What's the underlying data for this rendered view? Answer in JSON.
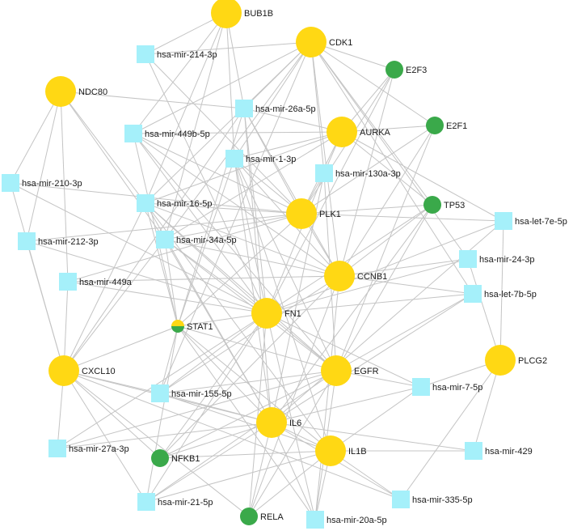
{
  "colors": {
    "gene": "#ffd814",
    "transcription_factor": "#3aa94a",
    "mirna": "#a5f0fa",
    "edge": "#c4c4c4"
  },
  "nodes": [
    {
      "id": "BUB1B",
      "type": "gene"
    },
    {
      "id": "CDK1",
      "type": "gene"
    },
    {
      "id": "NDC80",
      "type": "gene"
    },
    {
      "id": "AURKA",
      "type": "gene"
    },
    {
      "id": "PLK1",
      "type": "gene"
    },
    {
      "id": "CCNB1",
      "type": "gene"
    },
    {
      "id": "FN1",
      "type": "gene"
    },
    {
      "id": "EGFR",
      "type": "gene"
    },
    {
      "id": "PLCG2",
      "type": "gene"
    },
    {
      "id": "CXCL10",
      "type": "gene"
    },
    {
      "id": "IL6",
      "type": "gene"
    },
    {
      "id": "IL1B",
      "type": "gene"
    },
    {
      "id": "E2F3",
      "type": "tf"
    },
    {
      "id": "E2F1",
      "type": "tf"
    },
    {
      "id": "TP53",
      "type": "tf"
    },
    {
      "id": "NFKB1",
      "type": "tf"
    },
    {
      "id": "RELA",
      "type": "tf"
    },
    {
      "id": "STAT1",
      "type": "gene-tf"
    },
    {
      "id": "hsa-mir-214-3p",
      "type": "mirna"
    },
    {
      "id": "hsa-mir-26a-5p",
      "type": "mirna"
    },
    {
      "id": "hsa-mir-449b-5p",
      "type": "mirna"
    },
    {
      "id": "hsa-mir-1-3p",
      "type": "mirna"
    },
    {
      "id": "hsa-mir-130a-3p",
      "type": "mirna"
    },
    {
      "id": "hsa-mir-210-3p",
      "type": "mirna"
    },
    {
      "id": "hsa-mir-16-5p",
      "type": "mirna"
    },
    {
      "id": "hsa-mir-212-3p",
      "type": "mirna"
    },
    {
      "id": "hsa-mir-34a-5p",
      "type": "mirna"
    },
    {
      "id": "hsa-let-7e-5p",
      "type": "mirna"
    },
    {
      "id": "hsa-mir-24-3p",
      "type": "mirna"
    },
    {
      "id": "hsa-mir-449a",
      "type": "mirna"
    },
    {
      "id": "hsa-let-7b-5p",
      "type": "mirna"
    },
    {
      "id": "hsa-mir-155-5p",
      "type": "mirna"
    },
    {
      "id": "hsa-mir-7-5p",
      "type": "mirna"
    },
    {
      "id": "hsa-mir-27a-3p",
      "type": "mirna"
    },
    {
      "id": "hsa-mir-429",
      "type": "mirna"
    },
    {
      "id": "hsa-mir-21-5p",
      "type": "mirna"
    },
    {
      "id": "hsa-mir-335-5p",
      "type": "mirna"
    },
    {
      "id": "hsa-mir-20a-5p",
      "type": "mirna"
    }
  ],
  "edges": [
    [
      "hsa-mir-214-3p",
      "BUB1B"
    ],
    [
      "hsa-mir-214-3p",
      "CDK1"
    ],
    [
      "hsa-mir-214-3p",
      "PLK1"
    ],
    [
      "hsa-mir-214-3p",
      "FN1"
    ],
    [
      "hsa-mir-26a-5p",
      "BUB1B"
    ],
    [
      "hsa-mir-26a-5p",
      "CDK1"
    ],
    [
      "hsa-mir-26a-5p",
      "NDC80"
    ],
    [
      "hsa-mir-26a-5p",
      "AURKA"
    ],
    [
      "hsa-mir-26a-5p",
      "PLK1"
    ],
    [
      "hsa-mir-26a-5p",
      "CCNB1"
    ],
    [
      "hsa-mir-26a-5p",
      "FN1"
    ],
    [
      "hsa-mir-26a-5p",
      "IL6"
    ],
    [
      "hsa-mir-26a-5p",
      "CXCL10"
    ],
    [
      "hsa-mir-449b-5p",
      "BUB1B"
    ],
    [
      "hsa-mir-449b-5p",
      "CDK1"
    ],
    [
      "hsa-mir-449b-5p",
      "AURKA"
    ],
    [
      "hsa-mir-449b-5p",
      "PLK1"
    ],
    [
      "hsa-mir-449b-5p",
      "CCNB1"
    ],
    [
      "hsa-mir-449b-5p",
      "FN1"
    ],
    [
      "hsa-mir-449b-5p",
      "EGFR"
    ],
    [
      "hsa-mir-1-3p",
      "BUB1B"
    ],
    [
      "hsa-mir-1-3p",
      "CDK1"
    ],
    [
      "hsa-mir-1-3p",
      "AURKA"
    ],
    [
      "hsa-mir-1-3p",
      "PLK1"
    ],
    [
      "hsa-mir-1-3p",
      "CCNB1"
    ],
    [
      "hsa-mir-1-3p",
      "FN1"
    ],
    [
      "hsa-mir-1-3p",
      "EGFR"
    ],
    [
      "hsa-mir-1-3p",
      "IL6"
    ],
    [
      "hsa-mir-1-3p",
      "IL1B"
    ],
    [
      "hsa-mir-130a-3p",
      "CDK1"
    ],
    [
      "hsa-mir-130a-3p",
      "AURKA"
    ],
    [
      "hsa-mir-130a-3p",
      "PLK1"
    ],
    [
      "hsa-mir-130a-3p",
      "FN1"
    ],
    [
      "hsa-mir-130a-3p",
      "IL6"
    ],
    [
      "hsa-mir-130a-3p",
      "EGFR"
    ],
    [
      "hsa-mir-210-3p",
      "NDC80"
    ],
    [
      "hsa-mir-210-3p",
      "PLK1"
    ],
    [
      "hsa-mir-210-3p",
      "FN1"
    ],
    [
      "hsa-mir-210-3p",
      "CXCL10"
    ],
    [
      "hsa-mir-16-5p",
      "BUB1B"
    ],
    [
      "hsa-mir-16-5p",
      "CDK1"
    ],
    [
      "hsa-mir-16-5p",
      "NDC80"
    ],
    [
      "hsa-mir-16-5p",
      "AURKA"
    ],
    [
      "hsa-mir-16-5p",
      "PLK1"
    ],
    [
      "hsa-mir-16-5p",
      "CCNB1"
    ],
    [
      "hsa-mir-16-5p",
      "FN1"
    ],
    [
      "hsa-mir-16-5p",
      "EGFR"
    ],
    [
      "hsa-mir-16-5p",
      "IL6"
    ],
    [
      "hsa-mir-16-5p",
      "IL1B"
    ],
    [
      "hsa-mir-16-5p",
      "CXCL10"
    ],
    [
      "hsa-mir-212-3p",
      "NDC80"
    ],
    [
      "hsa-mir-212-3p",
      "FN1"
    ],
    [
      "hsa-mir-212-3p",
      "CXCL10"
    ],
    [
      "hsa-mir-212-3p",
      "PLK1"
    ],
    [
      "hsa-mir-34a-5p",
      "BUB1B"
    ],
    [
      "hsa-mir-34a-5p",
      "CDK1"
    ],
    [
      "hsa-mir-34a-5p",
      "NDC80"
    ],
    [
      "hsa-mir-34a-5p",
      "AURKA"
    ],
    [
      "hsa-mir-34a-5p",
      "PLK1"
    ],
    [
      "hsa-mir-34a-5p",
      "CCNB1"
    ],
    [
      "hsa-mir-34a-5p",
      "FN1"
    ],
    [
      "hsa-mir-34a-5p",
      "EGFR"
    ],
    [
      "hsa-mir-34a-5p",
      "IL6"
    ],
    [
      "hsa-mir-34a-5p",
      "CXCL10"
    ],
    [
      "hsa-let-7e-5p",
      "AURKA"
    ],
    [
      "hsa-let-7e-5p",
      "PLK1"
    ],
    [
      "hsa-let-7e-5p",
      "FN1"
    ],
    [
      "hsa-let-7e-5p",
      "PLCG2"
    ],
    [
      "hsa-let-7e-5p",
      "IL6"
    ],
    [
      "hsa-mir-24-3p",
      "CCNB1"
    ],
    [
      "hsa-mir-24-3p",
      "FN1"
    ],
    [
      "hsa-mir-24-3p",
      "PLCG2"
    ],
    [
      "hsa-mir-24-3p",
      "CDK1"
    ],
    [
      "hsa-mir-449a",
      "NDC80"
    ],
    [
      "hsa-mir-449a",
      "CCNB1"
    ],
    [
      "hsa-mir-449a",
      "PLK1"
    ],
    [
      "hsa-mir-449a",
      "FN1"
    ],
    [
      "hsa-mir-449a",
      "CXCL10"
    ],
    [
      "hsa-let-7b-5p",
      "CCNB1"
    ],
    [
      "hsa-let-7b-5p",
      "FN1"
    ],
    [
      "hsa-let-7b-5p",
      "EGFR"
    ],
    [
      "hsa-let-7b-5p",
      "IL6"
    ],
    [
      "hsa-let-7b-5p",
      "CDK1"
    ],
    [
      "hsa-mir-155-5p",
      "FN1"
    ],
    [
      "hsa-mir-155-5p",
      "CCNB1"
    ],
    [
      "hsa-mir-155-5p",
      "CDK1"
    ],
    [
      "hsa-mir-155-5p",
      "EGFR"
    ],
    [
      "hsa-mir-155-5p",
      "IL6"
    ],
    [
      "hsa-mir-155-5p",
      "IL1B"
    ],
    [
      "hsa-mir-155-5p",
      "CXCL10"
    ],
    [
      "hsa-mir-7-5p",
      "EGFR"
    ],
    [
      "hsa-mir-7-5p",
      "IL6"
    ],
    [
      "hsa-mir-7-5p",
      "PLCG2"
    ],
    [
      "hsa-mir-7-5p",
      "IL1B"
    ],
    [
      "hsa-mir-7-5p",
      "FN1"
    ],
    [
      "hsa-mir-27a-3p",
      "CXCL10"
    ],
    [
      "hsa-mir-27a-3p",
      "EGFR"
    ],
    [
      "hsa-mir-27a-3p",
      "IL6"
    ],
    [
      "hsa-mir-27a-3p",
      "FN1"
    ],
    [
      "hsa-mir-429",
      "IL1B"
    ],
    [
      "hsa-mir-429",
      "IL6"
    ],
    [
      "hsa-mir-429",
      "PLCG2"
    ],
    [
      "hsa-mir-21-5p",
      "IL6"
    ],
    [
      "hsa-mir-21-5p",
      "IL1B"
    ],
    [
      "hsa-mir-21-5p",
      "FN1"
    ],
    [
      "hsa-mir-21-5p",
      "CXCL10"
    ],
    [
      "hsa-mir-21-5p",
      "EGFR"
    ],
    [
      "hsa-mir-335-5p",
      "IL1B"
    ],
    [
      "hsa-mir-335-5p",
      "PLCG2"
    ],
    [
      "hsa-mir-335-5p",
      "CXCL10"
    ],
    [
      "hsa-mir-335-5p",
      "IL6"
    ],
    [
      "hsa-mir-20a-5p",
      "IL6"
    ],
    [
      "hsa-mir-20a-5p",
      "IL1B"
    ],
    [
      "hsa-mir-20a-5p",
      "EGFR"
    ],
    [
      "hsa-mir-20a-5p",
      "FN1"
    ],
    [
      "hsa-mir-20a-5p",
      "CCNB1"
    ],
    [
      "E2F3",
      "CDK1"
    ],
    [
      "E2F3",
      "AURKA"
    ],
    [
      "E2F3",
      "PLK1"
    ],
    [
      "E2F3",
      "CCNB1"
    ],
    [
      "E2F3",
      "FN1"
    ],
    [
      "E2F1",
      "CDK1"
    ],
    [
      "E2F1",
      "AURKA"
    ],
    [
      "E2F1",
      "PLK1"
    ],
    [
      "E2F1",
      "CCNB1"
    ],
    [
      "E2F1",
      "EGFR"
    ],
    [
      "TP53",
      "PLK1"
    ],
    [
      "TP53",
      "CCNB1"
    ],
    [
      "TP53",
      "FN1"
    ],
    [
      "TP53",
      "IL6"
    ],
    [
      "TP53",
      "EGFR"
    ],
    [
      "TP53",
      "CDK1"
    ],
    [
      "TP53",
      "AURKA"
    ],
    [
      "NFKB1",
      "IL6"
    ],
    [
      "NFKB1",
      "IL1B"
    ],
    [
      "NFKB1",
      "CXCL10"
    ],
    [
      "NFKB1",
      "FN1"
    ],
    [
      "NFKB1",
      "EGFR"
    ],
    [
      "NFKB1",
      "CCNB1"
    ],
    [
      "RELA",
      "IL6"
    ],
    [
      "RELA",
      "IL1B"
    ],
    [
      "RELA",
      "CXCL10"
    ],
    [
      "RELA",
      "FN1"
    ],
    [
      "RELA",
      "EGFR"
    ],
    [
      "RELA",
      "CCNB1"
    ],
    [
      "STAT1",
      "CXCL10"
    ],
    [
      "STAT1",
      "IL6"
    ],
    [
      "STAT1",
      "FN1"
    ],
    [
      "STAT1",
      "EGFR"
    ],
    [
      "STAT1",
      "IL1B"
    ],
    [
      "STAT1",
      "PLK1"
    ],
    [
      "STAT1",
      "hsa-mir-16-5p"
    ],
    [
      "STAT1",
      "hsa-mir-34a-5p"
    ],
    [
      "STAT1",
      "hsa-mir-155-5p"
    ],
    [
      "STAT1",
      "hsa-mir-1-3p"
    ],
    [
      "STAT1",
      "hsa-mir-449b-5p"
    ],
    [
      "STAT1",
      "hsa-mir-26a-5p"
    ],
    [
      "STAT1",
      "hsa-mir-20a-5p"
    ],
    [
      "STAT1",
      "hsa-mir-21-5p"
    ],
    [
      "CXCL10",
      "IL6"
    ],
    [
      "FN1",
      "EGFR"
    ],
    [
      "IL6",
      "IL1B"
    ],
    [
      "CDK1",
      "CCNB1"
    ],
    [
      "PLK1",
      "CCNB1"
    ],
    [
      "AURKA",
      "PLK1"
    ]
  ]
}
